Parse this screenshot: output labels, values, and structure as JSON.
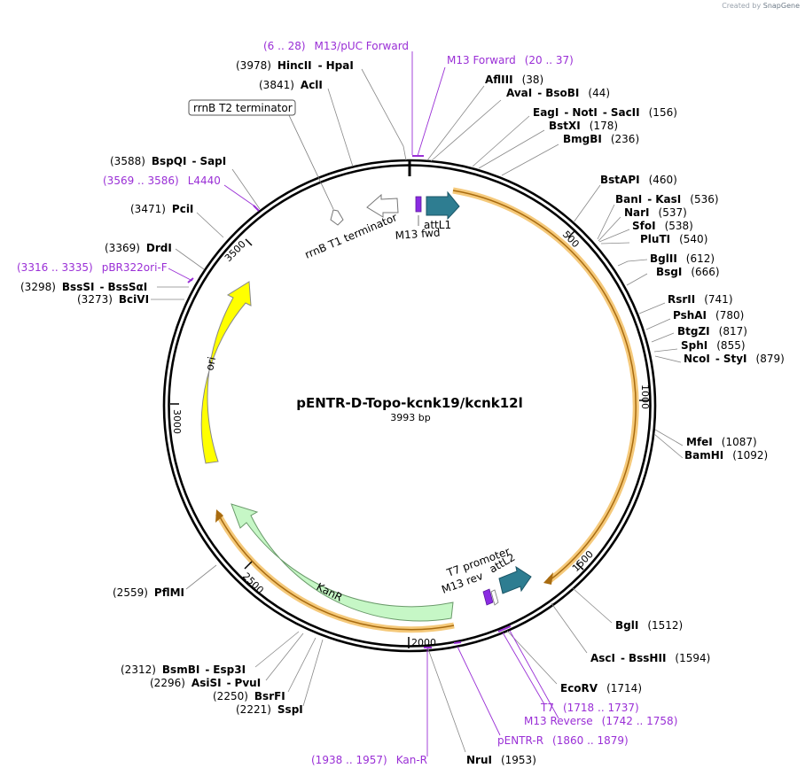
{
  "credit": {
    "prefix": "Created by",
    "brand": "SnapGene"
  },
  "plasmid": {
    "name": "pENTR-D-Topo-kcnk19/kcnk12l",
    "length_label": "3993 bp",
    "length": 3993
  },
  "ticks": [
    "500",
    "1000",
    "1500",
    "2000",
    "2500",
    "3000",
    "3500"
  ],
  "features": [
    {
      "name": "attL1",
      "color": "#2e7d91"
    },
    {
      "name": "rrnB T1 terminator",
      "color": "#ffffff"
    },
    {
      "name": "rrnB T2 terminator",
      "color": "#ffffff"
    },
    {
      "name": "ori",
      "color": "#ffff00"
    },
    {
      "name": "KanR",
      "color": "#c6f7c6"
    },
    {
      "name": "attL2",
      "color": "#2e7d91"
    },
    {
      "name": "T7 promoter",
      "color": "#ffffff"
    },
    {
      "name": "M13 fwd",
      "color": "#8a2be2"
    },
    {
      "name": "M13 rev",
      "color": "#8a2be2"
    }
  ],
  "enzymes": [
    {
      "name": "HincII",
      "pair": "HpaI",
      "pos": "(3978)"
    },
    {
      "name": "AclI",
      "pair": "",
      "pos": "(3841)"
    },
    {
      "name": "AflIII",
      "pair": "",
      "pos": "(38)"
    },
    {
      "name": "AvaI",
      "pair": "BsoBI",
      "pos": "(44)"
    },
    {
      "name": "EagI",
      "pair": "NotI",
      "pair2": "SacII",
      "pos": "(156)"
    },
    {
      "name": "BstXI",
      "pair": "",
      "pos": "(178)"
    },
    {
      "name": "BmgBI",
      "pair": "",
      "pos": "(236)"
    },
    {
      "name": "BstAPI",
      "pair": "",
      "pos": "(460)"
    },
    {
      "name": "BanI",
      "pair": "KasI",
      "pos": "(536)"
    },
    {
      "name": "NarI",
      "pair": "",
      "pos": "(537)"
    },
    {
      "name": "SfoI",
      "pair": "",
      "pos": "(538)"
    },
    {
      "name": "PluTI",
      "pair": "",
      "pos": "(540)"
    },
    {
      "name": "BglII",
      "pair": "",
      "pos": "(612)"
    },
    {
      "name": "BsgI",
      "pair": "",
      "pos": "(666)"
    },
    {
      "name": "RsrII",
      "pair": "",
      "pos": "(741)"
    },
    {
      "name": "PshAI",
      "pair": "",
      "pos": "(780)"
    },
    {
      "name": "BtgZI",
      "pair": "",
      "pos": "(817)"
    },
    {
      "name": "SphI",
      "pair": "",
      "pos": "(855)"
    },
    {
      "name": "NcoI",
      "pair": "StyI",
      "pos": "(879)"
    },
    {
      "name": "MfeI",
      "pair": "",
      "pos": "(1087)"
    },
    {
      "name": "BamHI",
      "pair": "",
      "pos": "(1092)"
    },
    {
      "name": "BglI",
      "pair": "",
      "pos": "(1512)"
    },
    {
      "name": "AscI",
      "pair": "BssHII",
      "pos": "(1594)"
    },
    {
      "name": "EcoRV",
      "pair": "",
      "pos": "(1714)"
    },
    {
      "name": "NruI",
      "pair": "",
      "pos": "(1953)"
    },
    {
      "name": "SspI",
      "pair": "",
      "pos": "(2221)"
    },
    {
      "name": "BsrFI",
      "pair": "",
      "pos": "(2250)"
    },
    {
      "name": "AsiSI",
      "pair": "PvuI",
      "pos": "(2296)"
    },
    {
      "name": "BsmBI",
      "pair": "Esp3I",
      "pos": "(2312)"
    },
    {
      "name": "PflMI",
      "pair": "",
      "pos": "(2559)"
    },
    {
      "name": "BciVI",
      "pair": "",
      "pos": "(3273)"
    },
    {
      "name": "BssSI",
      "pair": "BssSαI",
      "pos": "(3298)"
    },
    {
      "name": "DrdI",
      "pair": "",
      "pos": "(3369)"
    },
    {
      "name": "PciI",
      "pair": "",
      "pos": "(3471)"
    },
    {
      "name": "BspQI",
      "pair": "SapI",
      "pos": "(3588)"
    }
  ],
  "primers": [
    {
      "name": "M13/pUC Forward",
      "range": "(6 .. 28)"
    },
    {
      "name": "M13 Forward",
      "range": "(20 .. 37)"
    },
    {
      "name": "L4440",
      "range": "(3569 .. 3586)"
    },
    {
      "name": "pBR322ori-F",
      "range": "(3316 .. 3335)"
    },
    {
      "name": "T7",
      "range": "(1718 .. 1737)"
    },
    {
      "name": "M13 Reverse",
      "range": "(1742 .. 1758)"
    },
    {
      "name": "pENTR-R",
      "range": "(1860 .. 1879)"
    },
    {
      "name": "Kan-R",
      "range": "(1938 .. 1957)"
    }
  ]
}
